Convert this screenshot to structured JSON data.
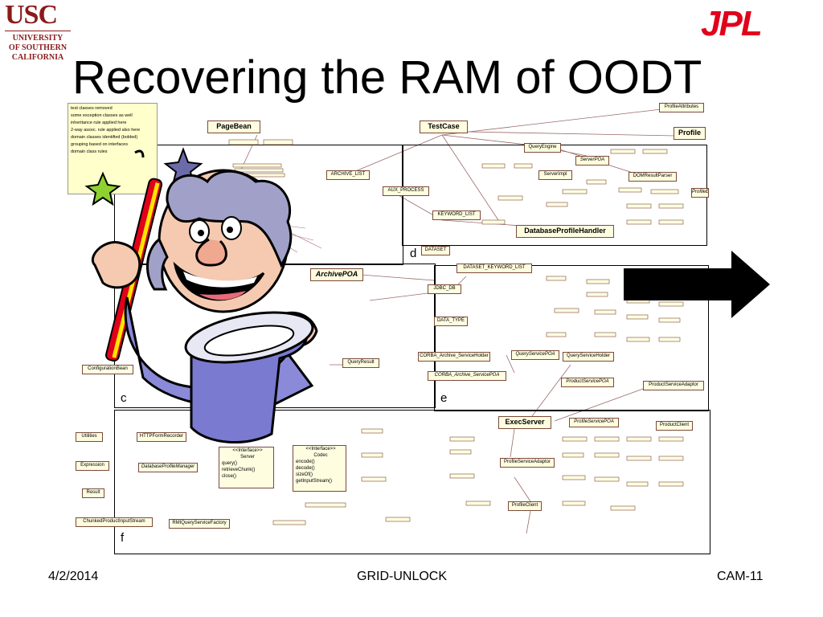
{
  "logos": {
    "usc": {
      "mark": "USC",
      "line1": "UNIVERSITY",
      "line2": "OF SOUTHERN",
      "line3": "CALIFORNIA",
      "color": "#8b1a1a"
    },
    "jpl": {
      "mark": "JPL",
      "color": "#e2001a"
    }
  },
  "title": "Recovering the RAM of OODT",
  "note_lines": [
    "test classes removed",
    "some exception classes as well",
    "inheritance rule applied here",
    "2-way assoc. rule applied also here",
    "domain classes identified (bolded)",
    "grouping based on interfaces",
    "domain class rules"
  ],
  "pane_labels": {
    "d": "d",
    "c": "c",
    "e": "e",
    "f": "f"
  },
  "classes": {
    "profile_attributes": "ProfileAttributes",
    "page_bean": "PageBean",
    "test_case": "TestCase",
    "profile": "Profile",
    "query_engine": "QueryEngine",
    "server_poa": "ServerPOA",
    "server_impl": "ServerImpl",
    "dom_result_parser": "DOMResultParser",
    "profile_element": "ProfileElement",
    "archive_list": "ARCHIVE_LIST",
    "aux_process": "AUX_PROCESS",
    "keyword_list": "KEYWORD_LIST",
    "database_profile_handler": "DatabaseProfileHandler",
    "dataset": "DATASET",
    "dataset_keyword_list": "DATASET_KEYWORD_LIST",
    "archive_poa": "ArchivePOA",
    "jdbc_db": "JDBC_DB",
    "data_type": "DATA_TYPE",
    "corba_archive_service_holder": "CORBA_Archive_ServiceHolder",
    "query_service_poa": "QueryServicePOA",
    "query_service_holder": "QueryServiceHolder",
    "corba_archive_service_poa": "CORBA_Archive_ServicePOA",
    "product_service_poa": "ProductServicePOA",
    "product_service_adaptor": "ProductServiceAdaptor",
    "query_result": "QueryResult",
    "configuration_bean": "ConfigurationBean",
    "utilities": "Utilities",
    "http_form_recorder": "HTTPFormRecorder",
    "server_interface": "<<Interface>>",
    "server_name": "Server",
    "server_ops": [
      "query()",
      "retrieveChunk()",
      "close()"
    ],
    "codec_interface": "<<Interface>>",
    "codec_name": "Codec",
    "codec_ops": [
      "encode()",
      "decode()",
      "sizeOf()",
      "getInputStream()"
    ],
    "exec_server": "ExecServer",
    "profile_service_poa": "ProfileServicePOA",
    "product_client": "ProductClient",
    "profile_service_adaptor": "ProfileServiceAdaptor",
    "profile_client": "ProfileClient",
    "expression": "Expression",
    "database_profile_manager": "DatabaseProfileManager",
    "result": "Result",
    "chunked_product_input_stream": "ChunkedProductInputStream",
    "rmi_query_service_factory": "RMIQueryServiceFactory"
  },
  "footer": {
    "date": "4/2/2014",
    "center": "GRID-UNLOCK",
    "page": "CAM-11"
  }
}
